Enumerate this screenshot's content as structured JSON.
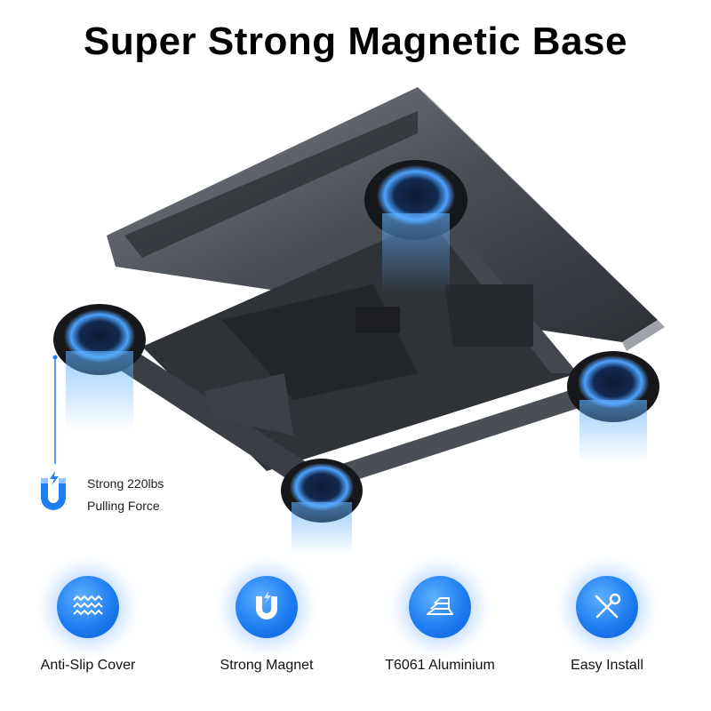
{
  "header": {
    "title": "Super Strong Magnetic Base"
  },
  "callout": {
    "icon": "magnet-icon",
    "line1": "Strong 220lbs",
    "line2": "Pulling Force"
  },
  "features": [
    {
      "icon": "wave-pattern-icon",
      "label": "Anti-Slip Cover"
    },
    {
      "icon": "magnet-icon",
      "label": "Strong Magnet"
    },
    {
      "icon": "metal-bars-icon",
      "label": "T6061 Aluminium"
    },
    {
      "icon": "tools-icon",
      "label": "Easy Install"
    }
  ],
  "colors": {
    "accent": "#1e7df0",
    "glow": "#5fb0ff",
    "metal": "#3a3d42"
  }
}
